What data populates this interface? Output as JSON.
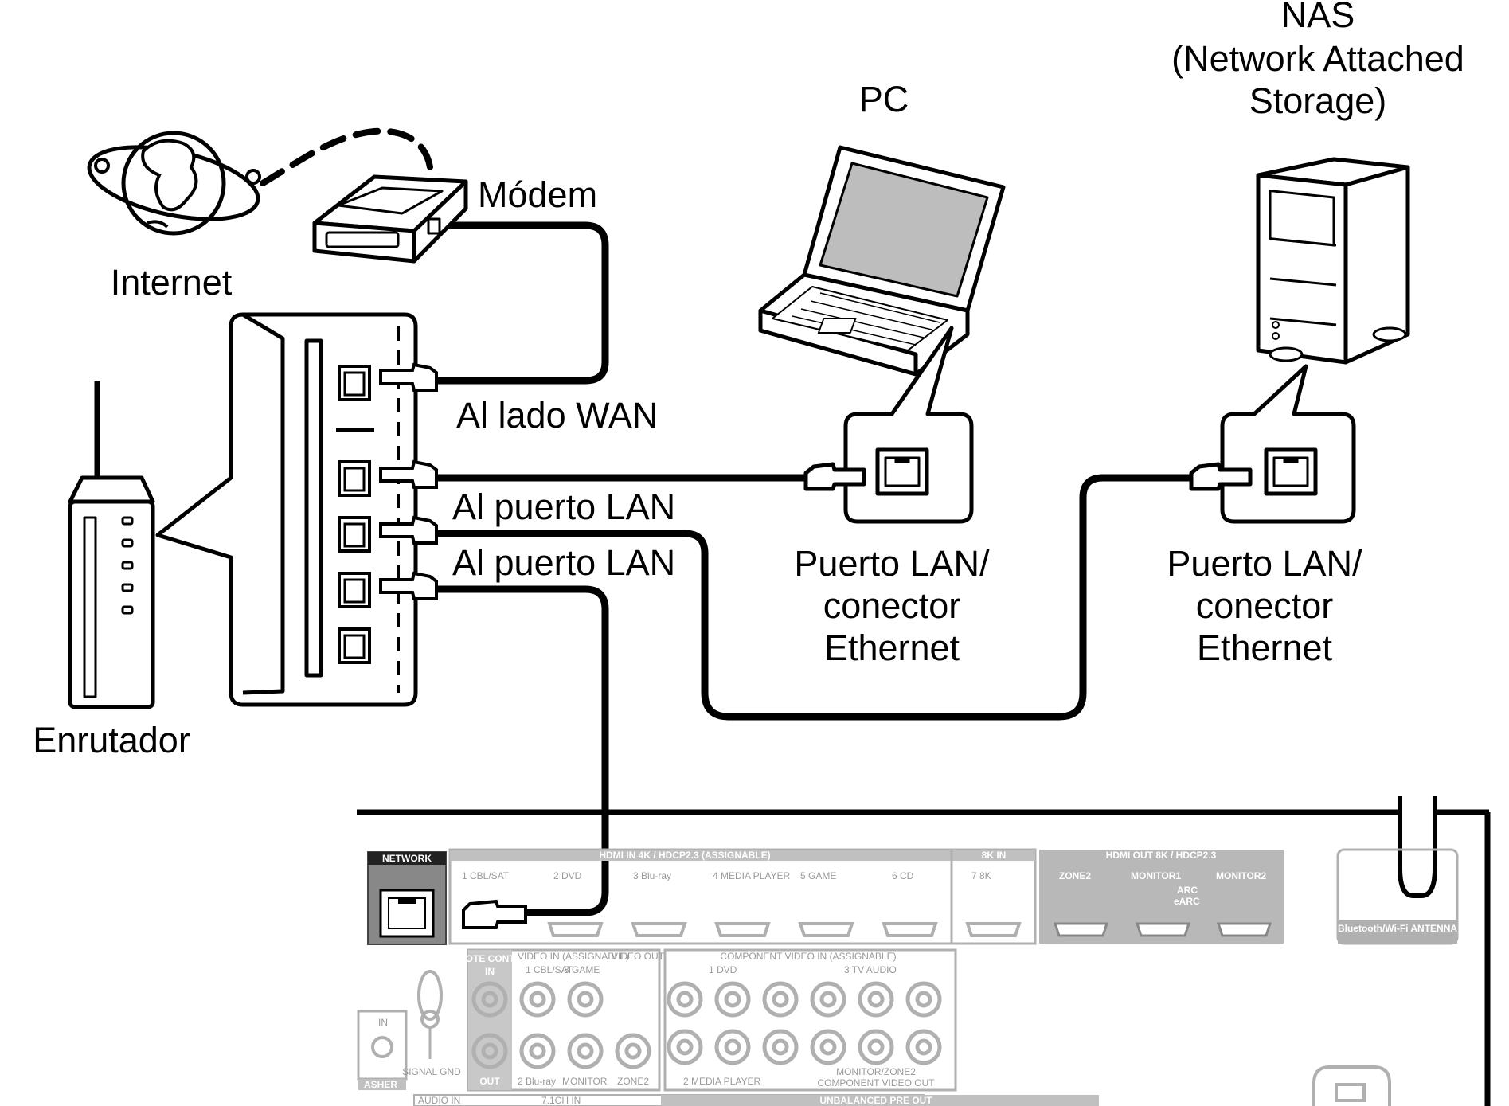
{
  "labels": {
    "nas_line1": "NAS",
    "nas_line2": "(Network Attached",
    "nas_line3": "Storage)",
    "pc": "PC",
    "modem": "Módem",
    "internet": "Internet",
    "router": "Enrutador",
    "wan_side": "Al lado WAN",
    "lan_port_1": "Al puerto LAN",
    "lan_port_2": "Al puerto LAN",
    "pc_port_line1": "Puerto LAN/",
    "pc_port_line2": "conector",
    "pc_port_line3": "Ethernet",
    "nas_port_line1": "Puerto LAN/",
    "nas_port_line2": "conector",
    "nas_port_line3": "Ethernet"
  },
  "panel": {
    "network": "NETWORK",
    "hdmi_in": "HDMI IN  4K / HDCP2.3  (ASSIGNABLE)",
    "hdmi_in_ports": [
      "1 CBL/SAT",
      "2 DVD",
      "3 Blu-ray",
      "4 MEDIA PLAYER",
      "5 GAME",
      "6 CD"
    ],
    "eight_k_in": "8K IN",
    "eight_k_port": "7 8K",
    "hdmi_out": "HDMI OUT  8K / HDCP2.3",
    "hdmi_out_ports": [
      "ZONE2",
      "MONITOR1",
      "MONITOR2"
    ],
    "arc": "ARC",
    "earc": "eARC",
    "antenna": "Bluetooth/Wi-Fi ANTENNA",
    "remote_control": "REMOTE CONTROL",
    "remote_in": "IN",
    "remote_out": "OUT",
    "video_in": "VIDEO IN (ASSIGNABLE)",
    "video_out": "VIDEO OUT",
    "component_video_in": "COMPONENT VIDEO IN (ASSIGNABLE)",
    "component_video_out": "COMPONENT VIDEO OUT",
    "monitor_zone2": "MONITOR/ZONE2",
    "dvd": "1  DVD",
    "tv_audio": "3  TV AUDIO",
    "media_player": "2  MEDIA PLAYER",
    "cbl_sat": "1 CBL/SAT",
    "game": "3 GAME",
    "blu_ray": "2 Blu-ray",
    "monitor": "MONITOR",
    "zone2": "ZONE2",
    "signal_gnd": "SIGNAL GND",
    "in": "IN",
    "flasher": "ASHER",
    "audio_in": "AUDIO IN",
    "ch71_in": "7.1CH IN",
    "unbalanced_pre_out": "UNBALANCED PRE OUT"
  },
  "colors": {
    "line": "#000000",
    "panel_gray": "#b0b0b0",
    "panel_dark": "#555555"
  }
}
